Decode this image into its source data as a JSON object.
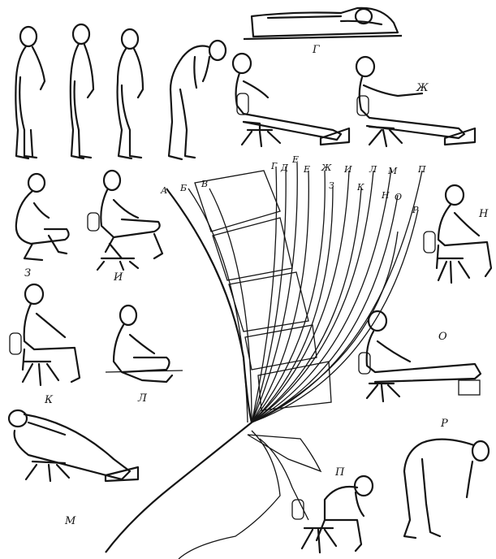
{
  "diagram": {
    "curve_labels": [
      "А",
      "Б",
      "В",
      "Г",
      "Д",
      "Е",
      "Е",
      "Ж",
      "З",
      "И",
      "К",
      "Л",
      "М",
      "Н",
      "О",
      "П",
      "Р"
    ],
    "figure_labels": {
      "g": "Г",
      "zh": "Ж",
      "z": "З",
      "i": "И",
      "n": "Н",
      "k": "К",
      "l": "Л",
      "o": "О",
      "m": "М",
      "p": "П",
      "r": "Р"
    }
  }
}
